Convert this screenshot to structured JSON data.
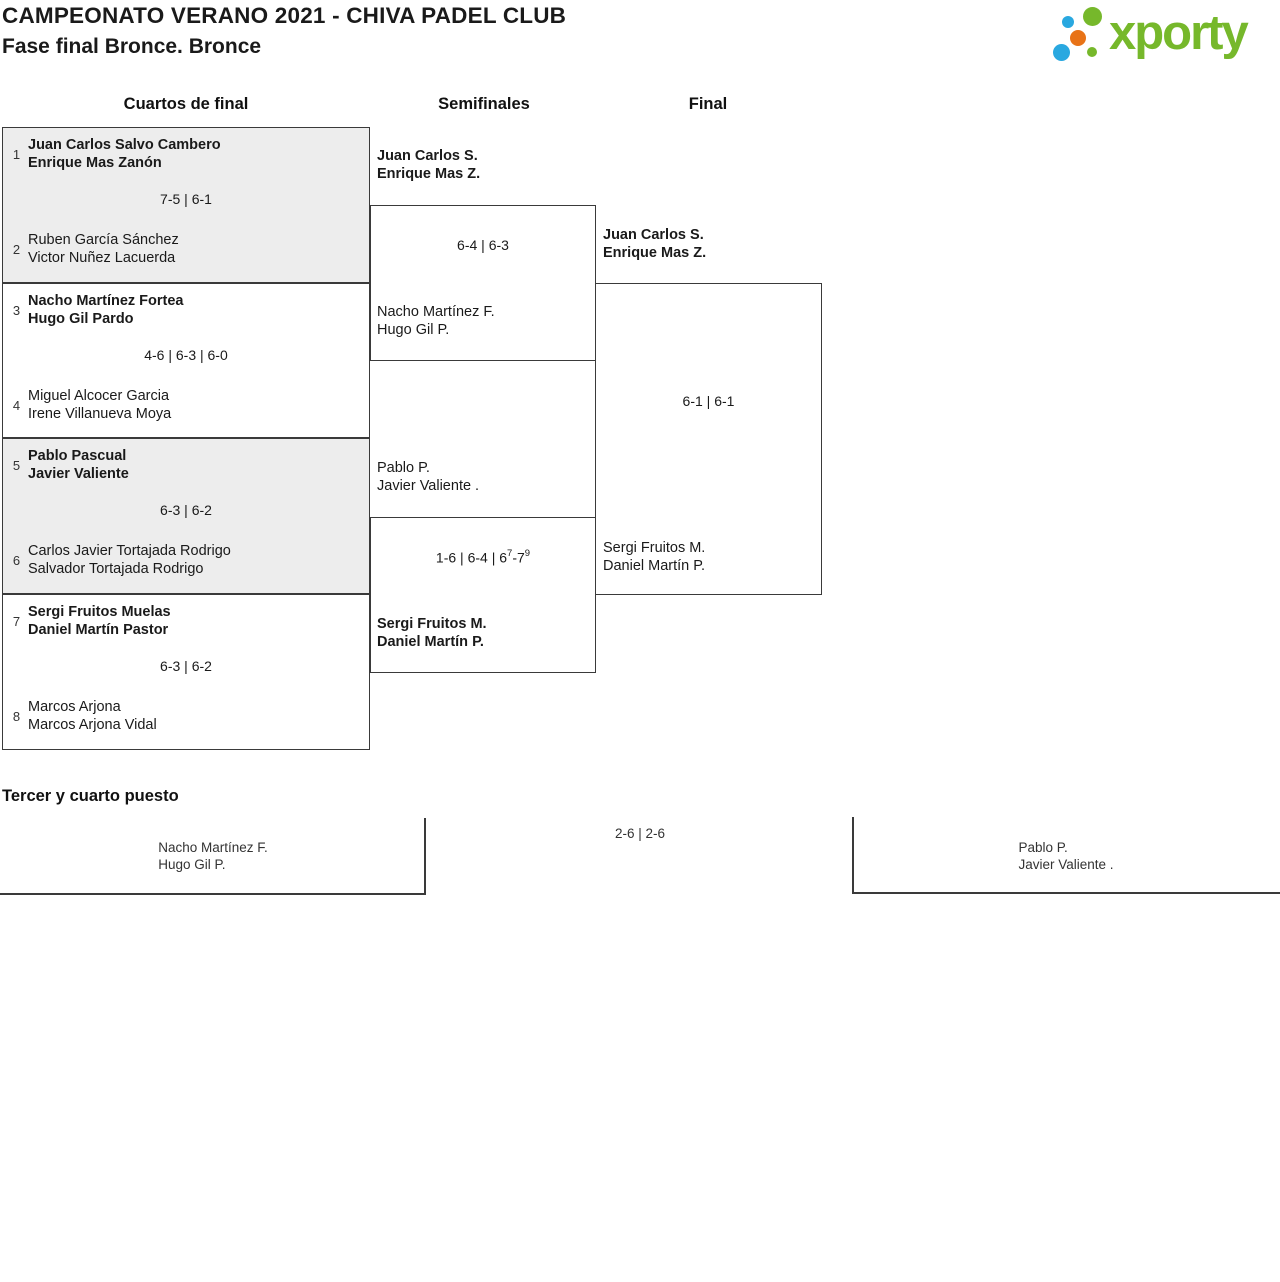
{
  "header": {
    "title": "CAMPEONATO VERANO 2021 - CHIVA PADEL CLUB",
    "subtitle": "Fase final Bronce. Bronce",
    "logo_brand": "xporty",
    "colors": {
      "logo_green": "#76b82b",
      "logo_blue": "#29a8e0",
      "logo_orange": "#e87317"
    }
  },
  "columns": {
    "quarterfinals": "Cuartos de final",
    "semifinals": "Semifinales",
    "final": "Final"
  },
  "quarterfinals": [
    {
      "seed_top": "1",
      "team_top_1": "Juan Carlos Salvo Cambero",
      "team_top_2": "Enrique Mas Zanón",
      "score": "7-5 | 6-1",
      "seed_bottom": "2",
      "team_bottom_1": "Ruben García Sánchez",
      "team_bottom_2": "Victor Nuñez Lacuerda"
    },
    {
      "seed_top": "3",
      "team_top_1": "Nacho Martínez Fortea",
      "team_top_2": "Hugo Gil Pardo",
      "score": "4-6 | 6-3 | 6-0",
      "seed_bottom": "4",
      "team_bottom_1": "Miguel Alcocer Garcia",
      "team_bottom_2": "Irene Villanueva Moya"
    },
    {
      "seed_top": "5",
      "team_top_1": "Pablo Pascual",
      "team_top_2": "Javier Valiente",
      "score": "6-3 | 6-2",
      "seed_bottom": "6",
      "team_bottom_1": "Carlos Javier Tortajada Rodrigo",
      "team_bottom_2": "Salvador Tortajada Rodrigo"
    },
    {
      "seed_top": "7",
      "team_top_1": "Sergi Fruitos Muelas",
      "team_top_2": "Daniel Martín Pastor",
      "score": "6-3 | 6-2",
      "seed_bottom": "8",
      "team_bottom_1": "Marcos Arjona",
      "team_bottom_2": "Marcos Arjona Vidal"
    }
  ],
  "semifinals": {
    "sf1": {
      "top_1": "Juan Carlos S.",
      "top_2": "Enrique Mas Z.",
      "score": "6-4 | 6-3",
      "bottom_1": "Nacho Martínez F.",
      "bottom_2": "Hugo Gil P."
    },
    "sf2": {
      "top_1": "Pablo P.",
      "top_2": "Javier Valiente .",
      "score_main": "1-6 | 6-4 | 6",
      "score_sup_a": "7",
      "score_mid": "-7",
      "score_sup_b": "9",
      "bottom_1": "Sergi Fruitos M.",
      "bottom_2": "Daniel Martín P."
    }
  },
  "final": {
    "top_1": "Juan Carlos S.",
    "top_2": "Enrique Mas Z.",
    "score": "6-1 | 6-1",
    "bottom_1": "Sergi Fruitos M.",
    "bottom_2": "Daniel Martín P."
  },
  "third_place": {
    "heading": "Tercer y cuarto puesto",
    "left_1": "Nacho Martínez F.",
    "left_2": "Hugo Gil P.",
    "score": "2-6 | 2-6",
    "right_1": "Pablo P.",
    "right_2": "Javier Valiente ."
  }
}
